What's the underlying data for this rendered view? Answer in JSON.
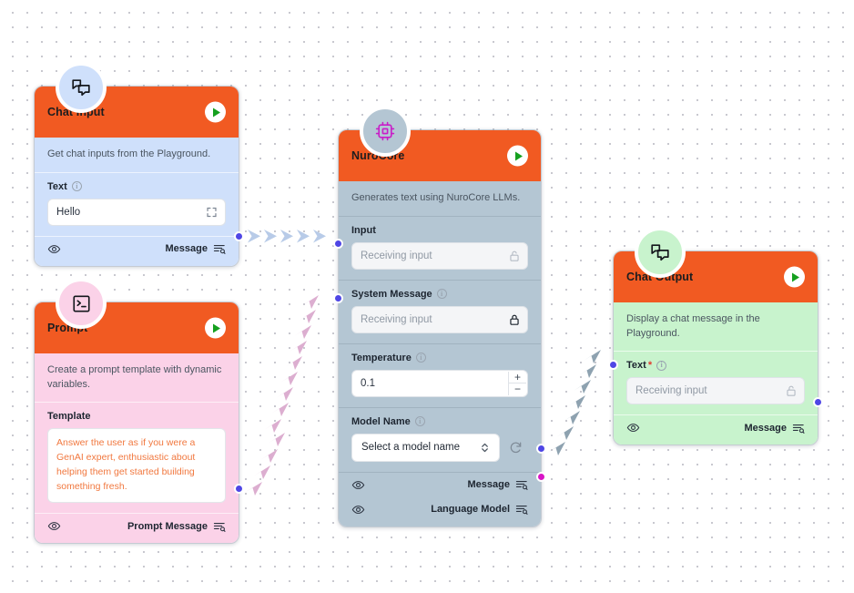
{
  "canvas": {
    "label": "flow-canvas"
  },
  "nodes": [
    {
      "id": "chat-input",
      "title": "Chat Input",
      "icon": "chat-bubbles-icon",
      "description": "Get chat inputs from the Playground.",
      "fields": [
        {
          "label": "Text",
          "required": false,
          "has_info": true,
          "type": "text",
          "value": "Hello",
          "placeholder": "",
          "trailing_icon": "expand-icon"
        }
      ],
      "outputs": [
        {
          "label": "Message",
          "icon": "output-list-icon",
          "color": "#4f46e5"
        }
      ],
      "footer_icon": "eye-icon"
    },
    {
      "id": "prompt",
      "title": "Prompt",
      "icon": "terminal-icon",
      "description": "Create a prompt template with dynamic variables.",
      "fields": [
        {
          "label": "Template",
          "required": false,
          "has_info": false,
          "type": "textarea",
          "value": "Answer the user as if you were a GenAI expert, enthusiastic about helping them get started building something fresh."
        }
      ],
      "outputs": [
        {
          "label": "Prompt Message",
          "icon": "output-list-icon",
          "color": "#4f46e5"
        }
      ],
      "footer_icon": "eye-icon"
    },
    {
      "id": "nurocore",
      "title": "NuroCore",
      "icon": "cpu-chip-icon",
      "description": "Generates text using NuroCore LLMs.",
      "fields": [
        {
          "label": "Input",
          "required": false,
          "has_info": false,
          "type": "locked",
          "value": "",
          "placeholder": "Receiving input",
          "trailing_icon": "lock-open-icon"
        },
        {
          "label": "System Message",
          "required": false,
          "has_info": true,
          "type": "locked",
          "value": "",
          "placeholder": "Receiving input",
          "trailing_icon": "lock-closed-icon"
        },
        {
          "label": "Temperature",
          "required": false,
          "has_info": true,
          "type": "number",
          "value": "0.1",
          "placeholder": ""
        },
        {
          "label": "Model Name",
          "required": false,
          "has_info": true,
          "type": "select",
          "value": "Select a model name",
          "placeholder": "",
          "trailing_icon": "refresh-icon"
        }
      ],
      "outputs": [
        {
          "label": "Message",
          "icon": "output-list-icon",
          "color": "#4f46e5"
        },
        {
          "label": "Language Model",
          "icon": "output-list-icon",
          "color": "#d815c6"
        }
      ],
      "footer_icon": "eye-icon"
    },
    {
      "id": "chat-output",
      "title": "Chat Output",
      "icon": "chat-bubbles-icon",
      "description": "Display a chat message in the Playground.",
      "fields": [
        {
          "label": "Text",
          "required": true,
          "has_info": true,
          "type": "locked",
          "value": "",
          "placeholder": "Receiving input",
          "trailing_icon": "lock-open-icon"
        }
      ],
      "outputs": [
        {
          "label": "Message",
          "icon": "output-list-icon",
          "color": "#4f46e5"
        }
      ],
      "footer_icon": "eye-icon"
    }
  ],
  "edges": [
    {
      "from": "chat-input.Message",
      "to": "nurocore.Input",
      "color": "#b8cbe8"
    },
    {
      "from": "prompt.Prompt Message",
      "to": "nurocore.System Message",
      "color": "#dcaed0"
    },
    {
      "from": "nurocore.Message",
      "to": "chat-output.Text",
      "color": "#8ea2b0"
    }
  ],
  "colors": {
    "header": "#f15a22",
    "chat_input_body": "#cfe0fb",
    "prompt_body": "#fbd2e8",
    "nurocore_body": "#b4c6d3",
    "chat_output_body": "#c8f3cd",
    "play": "#15a01f",
    "handle_blue": "#4f46e5",
    "handle_magenta": "#d815c6",
    "required_asterisk": "#e23b2e"
  },
  "stepper": {
    "increment": "+",
    "decrement": "−"
  }
}
